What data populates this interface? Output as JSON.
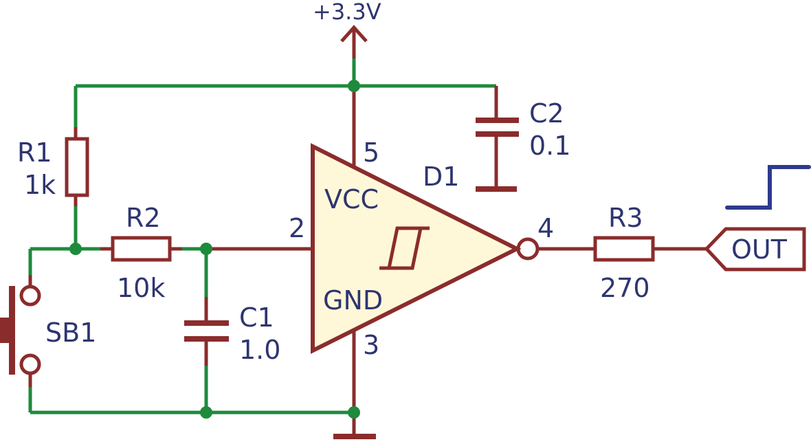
{
  "power": {
    "supply_label": "+3.3V"
  },
  "components": {
    "r1": {
      "ref": "R1",
      "value": "1k"
    },
    "r2": {
      "ref": "R2",
      "value": "10k"
    },
    "r3": {
      "ref": "R3",
      "value": "270"
    },
    "c1": {
      "ref": "C1",
      "value": "1.0"
    },
    "c2": {
      "ref": "C2",
      "value": "0.1"
    },
    "sb1": {
      "ref": "SB1"
    },
    "d1": {
      "ref": "D1",
      "vcc_label": "VCC",
      "gnd_label": "GND",
      "pin_in": "2",
      "pin_vcc": "5",
      "pin_gnd": "3",
      "pin_out": "4"
    }
  },
  "output": {
    "port_label": "OUT"
  },
  "colors": {
    "wire": "#1e8a3c",
    "component": "#8b2c2c",
    "text": "#2e3570",
    "waveform": "#2e3a8c",
    "buffer_fill": "#fff8d8"
  }
}
